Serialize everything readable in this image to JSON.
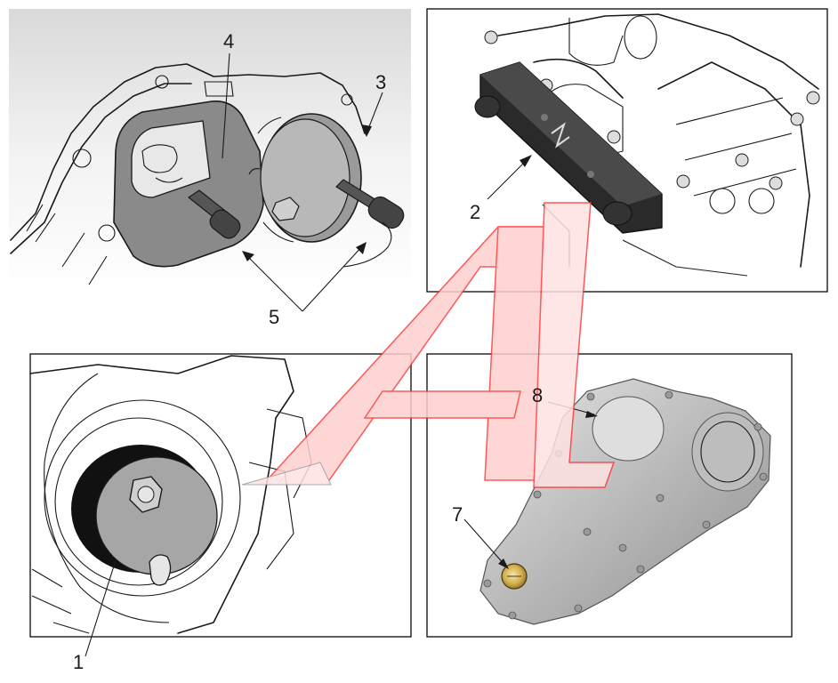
{
  "figure": {
    "panels": [
      {
        "id": "top-left",
        "callouts": [
          "4",
          "3",
          "5"
        ]
      },
      {
        "id": "top-right",
        "callouts": [
          "2"
        ]
      },
      {
        "id": "bottom-left",
        "callouts": [
          "1"
        ]
      },
      {
        "id": "bottom-right",
        "callouts": [
          "8",
          "7"
        ]
      }
    ],
    "watermark": "A"
  },
  "labels": {
    "callout_1": "1",
    "callout_2": "2",
    "callout_3": "3",
    "callout_4": "4",
    "callout_5": "5",
    "callout_7": "7",
    "callout_8": "8"
  },
  "colors": {
    "line": "#1a1a1a",
    "tool_fill": "#7a7a7a",
    "cover_metal": "#b4b4b4",
    "brass_plug": "#c9a84a",
    "watermark_red": "#ff3b3b"
  }
}
